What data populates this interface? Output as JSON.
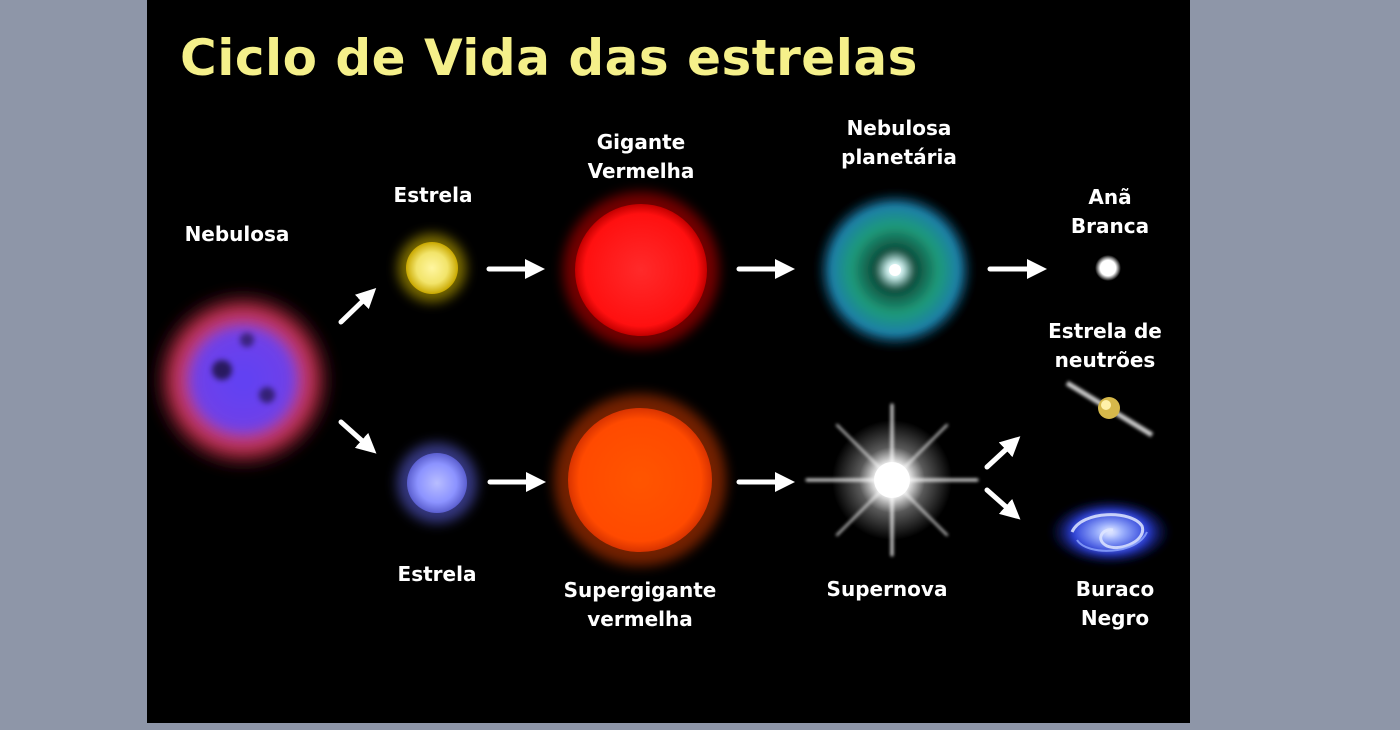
{
  "title": "Ciclo de Vida das estrelas",
  "labels": {
    "nebulosa": "Nebulosa",
    "estrela_top": "Estrela",
    "gigante_vermelha": "Gigante\nVermelha",
    "nebulosa_planetaria": "Nebulosa\nplanetária",
    "ana_branca": "Anã\nBranca",
    "estrela_neutroes": "Estrela de\nneutrões",
    "estrela_bottom": "Estrela",
    "supergigante_vermelha": "Supergigante\nvermelha",
    "supernova": "Supernova",
    "buraco_negro": "Buraco\nNegro"
  },
  "colors": {
    "title": "#f5f08a",
    "background": "#000000",
    "frame": "#8e96a8",
    "star_small": "#f2e46a",
    "star_blue": "#8c93ff",
    "red_giant": "#ff1a1a",
    "red_supergiant": "#ff5a00",
    "planetary_nebula": "#2fae8a",
    "nebula": "#9a4ae0",
    "arrow": "#ffffff"
  }
}
